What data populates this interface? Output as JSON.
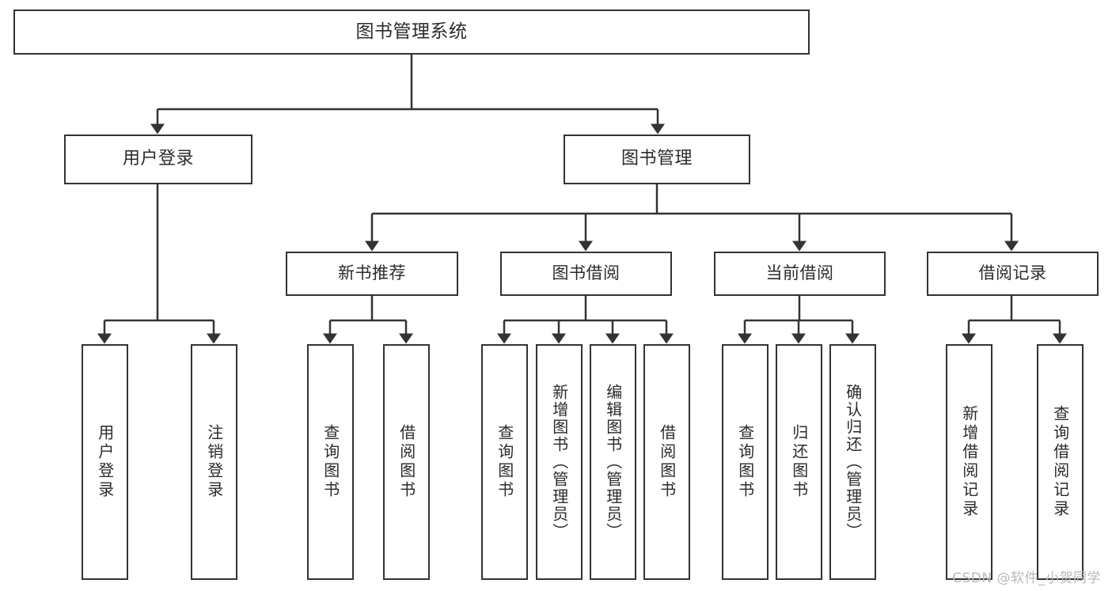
{
  "diagram": {
    "title": "图书管理系统",
    "watermark": "CSDN @软件_小贺同学",
    "line_color": "#333333",
    "box_fill": "#ffffff",
    "text_color": "#2b2b2b"
  },
  "levels": {
    "level2": [
      {
        "label": "用户登录"
      },
      {
        "label": "图书管理"
      }
    ],
    "level3": [
      {
        "label": "新书推荐"
      },
      {
        "label": "图书借阅"
      },
      {
        "label": "当前借阅"
      },
      {
        "label": "借阅记录"
      }
    ],
    "leaves": {
      "user_login": [
        {
          "label": "用户登录"
        },
        {
          "label": "注销登录"
        }
      ],
      "new_book": [
        {
          "label": "查询图书"
        },
        {
          "label": "借阅图书"
        }
      ],
      "book_borrow": [
        {
          "label": "查询图书"
        },
        {
          "label": "新增图书（管理员）"
        },
        {
          "label": "编辑图书（管理员）"
        },
        {
          "label": "借阅图书"
        }
      ],
      "current_borrow": [
        {
          "label": "查询图书"
        },
        {
          "label": "归还图书"
        },
        {
          "label": "确认归还（管理员）"
        }
      ],
      "borrow_record": [
        {
          "label": "新增借阅记录"
        },
        {
          "label": "查询借阅记录"
        }
      ]
    }
  }
}
